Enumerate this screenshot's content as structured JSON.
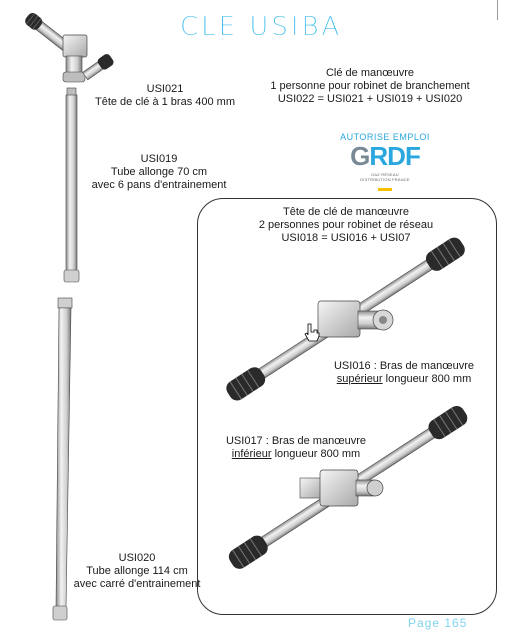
{
  "title": "CLE USIBA",
  "labels": {
    "usi021": {
      "code": "USI021",
      "desc": "Tête de clé à 1 bras 400 mm"
    },
    "usi019": {
      "code": "USI019",
      "desc1": "Tube allonge 70 cm",
      "desc2": "avec 6 pans d'entrainement"
    },
    "usi020": {
      "code": "USI020",
      "desc1": "Tube allonge 114 cm",
      "desc2": "avec carré d'entrainement"
    },
    "usi022": {
      "line1": "Clé de manœuvre",
      "line2": "1 personne pour robinet de branchement",
      "line3": "USI022 = USI021 + USI019 + USI020"
    },
    "usi018": {
      "line1": "Tête de clé de manœuvre",
      "line2": "2 personnes pour robinet de réseau",
      "line3": "USI018 = USI016 + USI07"
    },
    "usi016": {
      "line1": "USI016 : Bras de manœuvre",
      "underline": "supérieur",
      "rest": " longueur 800 mm"
    },
    "usi017": {
      "line1": "USI017 : Bras de manœuvre",
      "underline": "inférieur",
      "rest": " longueur 800 mm"
    }
  },
  "logo": {
    "top": "AUTORISE EMPLOI",
    "word_g": "G",
    "word_rdf": "RDF",
    "sub1": "GAZ RÉSEAU",
    "sub2": "DISTRIBUTION FRANCE",
    "colors": {
      "blue": "#2aa7df",
      "gray": "#7a8a94",
      "yellow": "#f5c000"
    }
  },
  "footer": "Page 165",
  "colors": {
    "title": "#29b6e6"
  }
}
